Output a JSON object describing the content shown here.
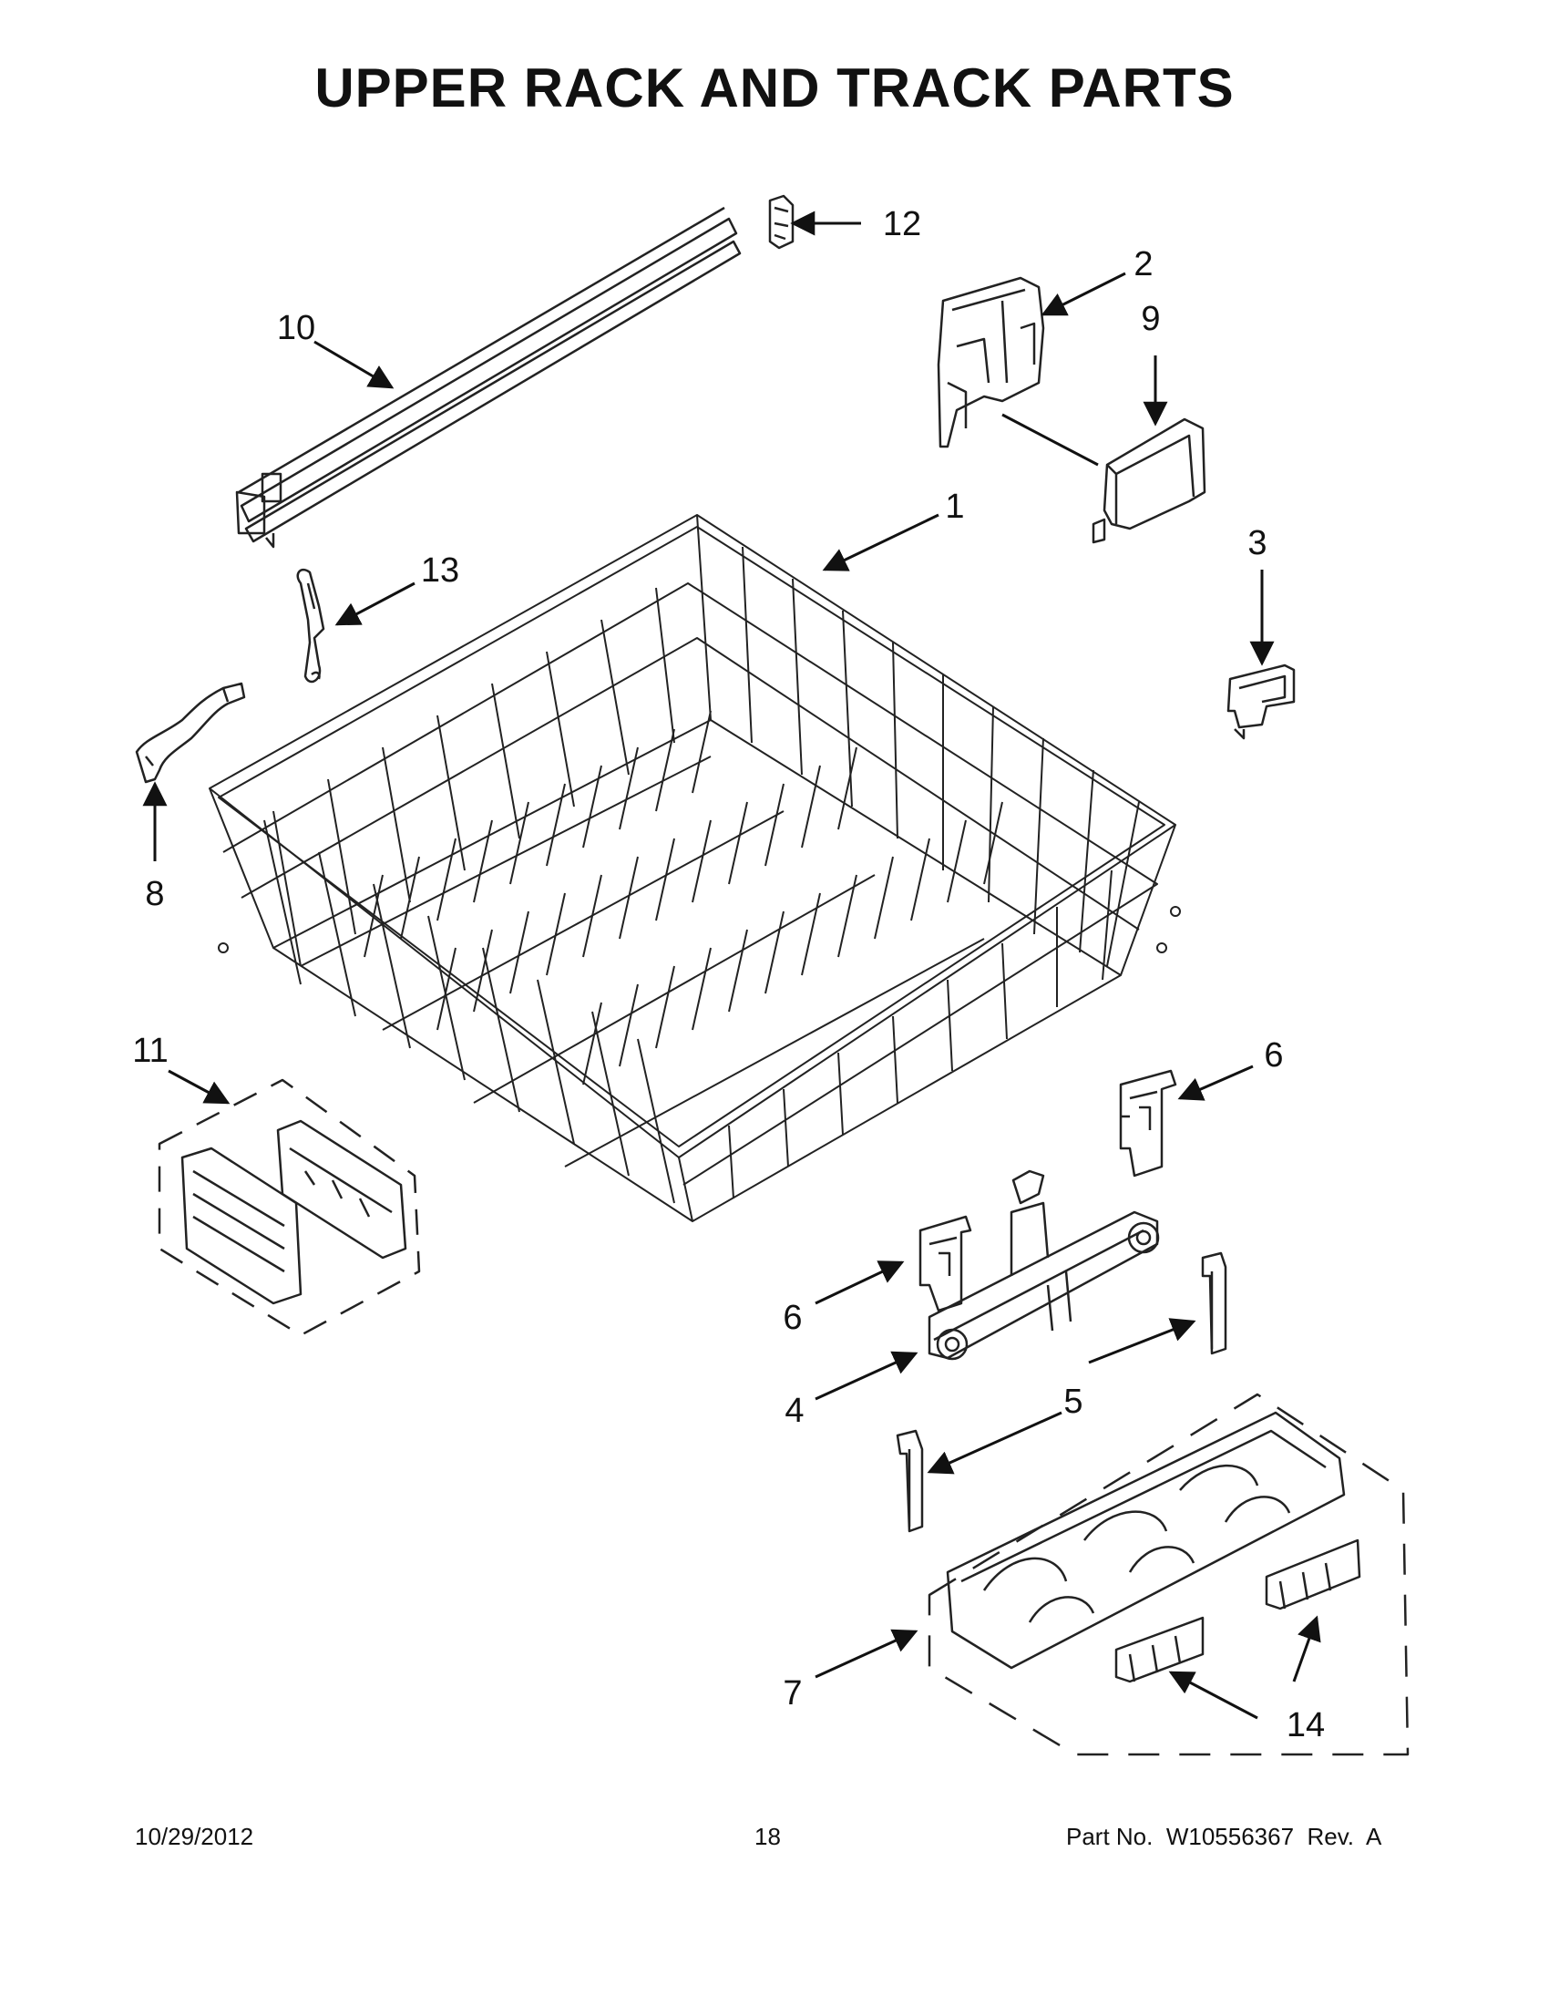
{
  "title": "UPPER RACK AND TRACK PARTS",
  "callouts": {
    "c1": "1",
    "c2": "2",
    "c3": "3",
    "c4": "4",
    "c5": "5",
    "c6a": "6",
    "c6b": "6",
    "c7": "7",
    "c8": "8",
    "c9": "9",
    "c10": "10",
    "c11": "11",
    "c12": "12",
    "c13": "13",
    "c14": "14"
  },
  "footer": {
    "date": "10/29/2012",
    "page": "18",
    "part": "Part No.  W10556367  Rev.  A"
  }
}
